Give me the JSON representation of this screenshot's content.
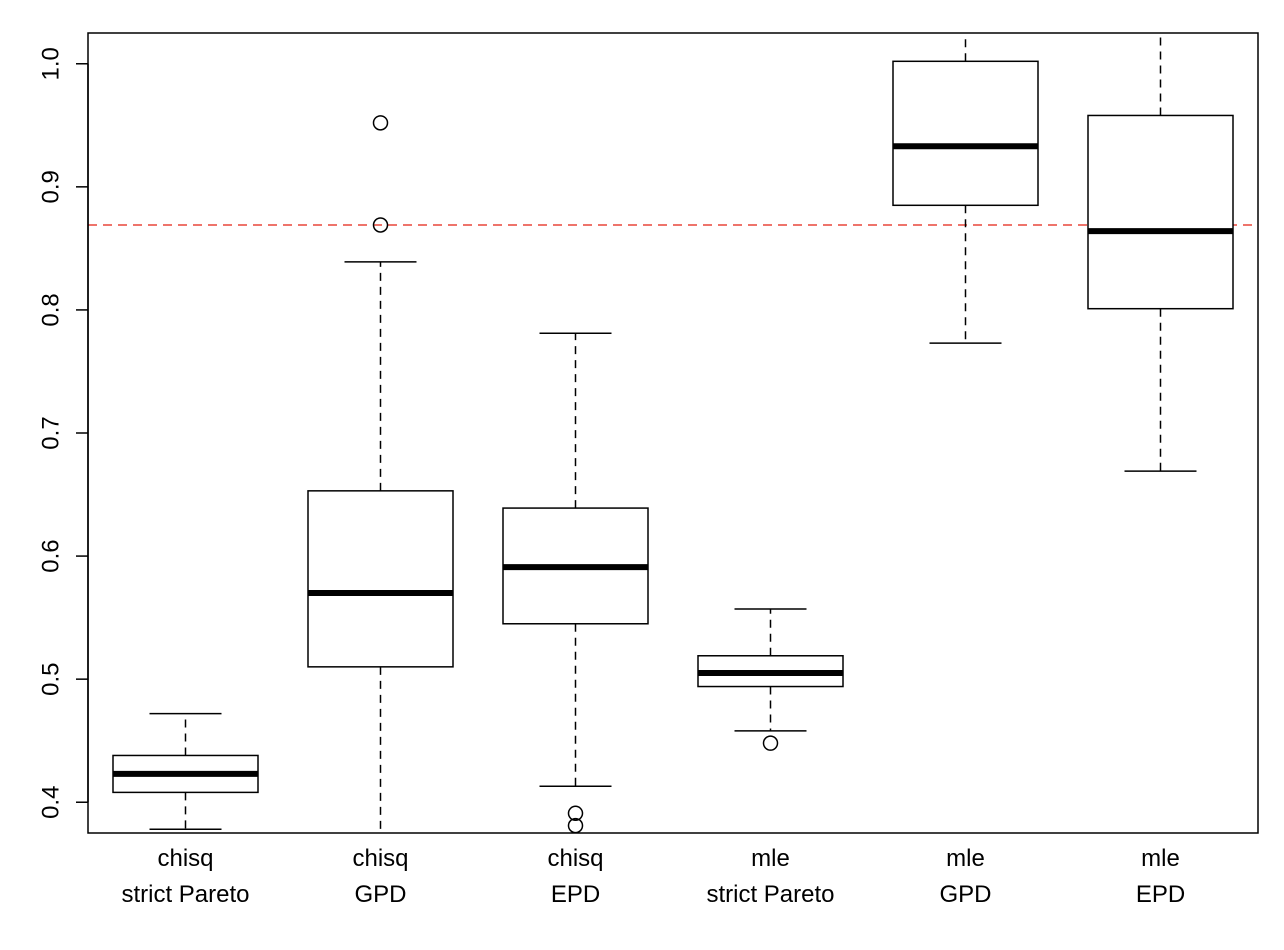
{
  "chart_data": {
    "type": "boxplot",
    "title": "",
    "xlabel": "",
    "ylabel": "",
    "ylim": [
      0.375,
      1.025
    ],
    "yticks": [
      0.4,
      0.5,
      0.6,
      0.7,
      0.8,
      0.9,
      1.0
    ],
    "ytick_labels": [
      "0.4",
      "0.5",
      "0.6",
      "0.7",
      "0.8",
      "0.9",
      "1.0"
    ],
    "grid": false,
    "reference_line": {
      "y": 0.869,
      "style": "dashed",
      "color": "#e8463a"
    },
    "colors": {
      "box": "#000000",
      "outlier": "#000000"
    },
    "boxes": [
      {
        "label_line1": "chisq",
        "label_line2": "strict Pareto",
        "whisker_low": 0.378,
        "q1": 0.408,
        "median": 0.423,
        "q3": 0.438,
        "whisker_high": 0.472,
        "outliers": []
      },
      {
        "label_line1": "chisq",
        "label_line2": "GPD",
        "whisker_low": 0.37,
        "q1": 0.51,
        "median": 0.57,
        "q3": 0.653,
        "whisker_high": 0.839,
        "outliers": [
          0.869,
          0.952
        ]
      },
      {
        "label_line1": "chisq",
        "label_line2": "EPD",
        "whisker_low": 0.413,
        "q1": 0.545,
        "median": 0.591,
        "q3": 0.639,
        "whisker_high": 0.781,
        "outliers": [
          0.381,
          0.391
        ]
      },
      {
        "label_line1": "mle",
        "label_line2": "strict Pareto",
        "whisker_low": 0.458,
        "q1": 0.494,
        "median": 0.505,
        "q3": 0.519,
        "whisker_high": 0.557,
        "outliers": [
          0.448
        ]
      },
      {
        "label_line1": "mle",
        "label_line2": "GPD",
        "whisker_low": 0.773,
        "q1": 0.885,
        "median": 0.933,
        "q3": 1.002,
        "whisker_high": 1.03,
        "outliers": []
      },
      {
        "label_line1": "mle",
        "label_line2": "EPD",
        "whisker_low": 0.669,
        "q1": 0.801,
        "median": 0.864,
        "q3": 0.958,
        "whisker_high": 1.03,
        "outliers": []
      }
    ]
  }
}
